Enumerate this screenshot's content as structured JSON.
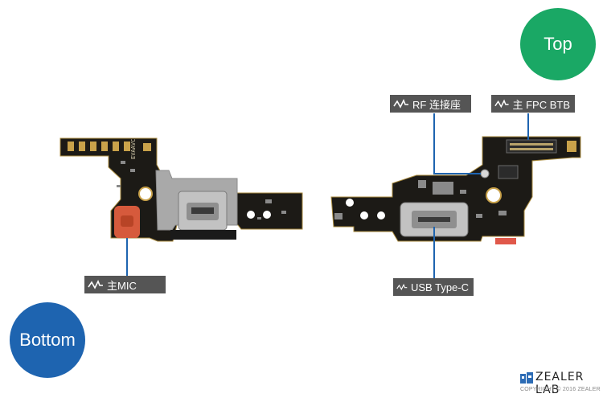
{
  "badges": {
    "top": "Top",
    "bottom": "Bottom"
  },
  "labels": {
    "rf_connector": "RF 连接座",
    "main_fpc_btb": "主 FPC BTB",
    "main_mic": "主MIC",
    "usb_type_c": "USB Type-C"
  },
  "watermark": {
    "brand": "ZEALER LAB",
    "copyright": "COPYRIGHT © 2016 ZEALER"
  },
  "colors": {
    "top_badge": "#1aa865",
    "bottom_badge": "#1e64b0",
    "label_bg": "#555555",
    "leader_line": "#1e64b0",
    "pcb": "#1c1a16"
  }
}
